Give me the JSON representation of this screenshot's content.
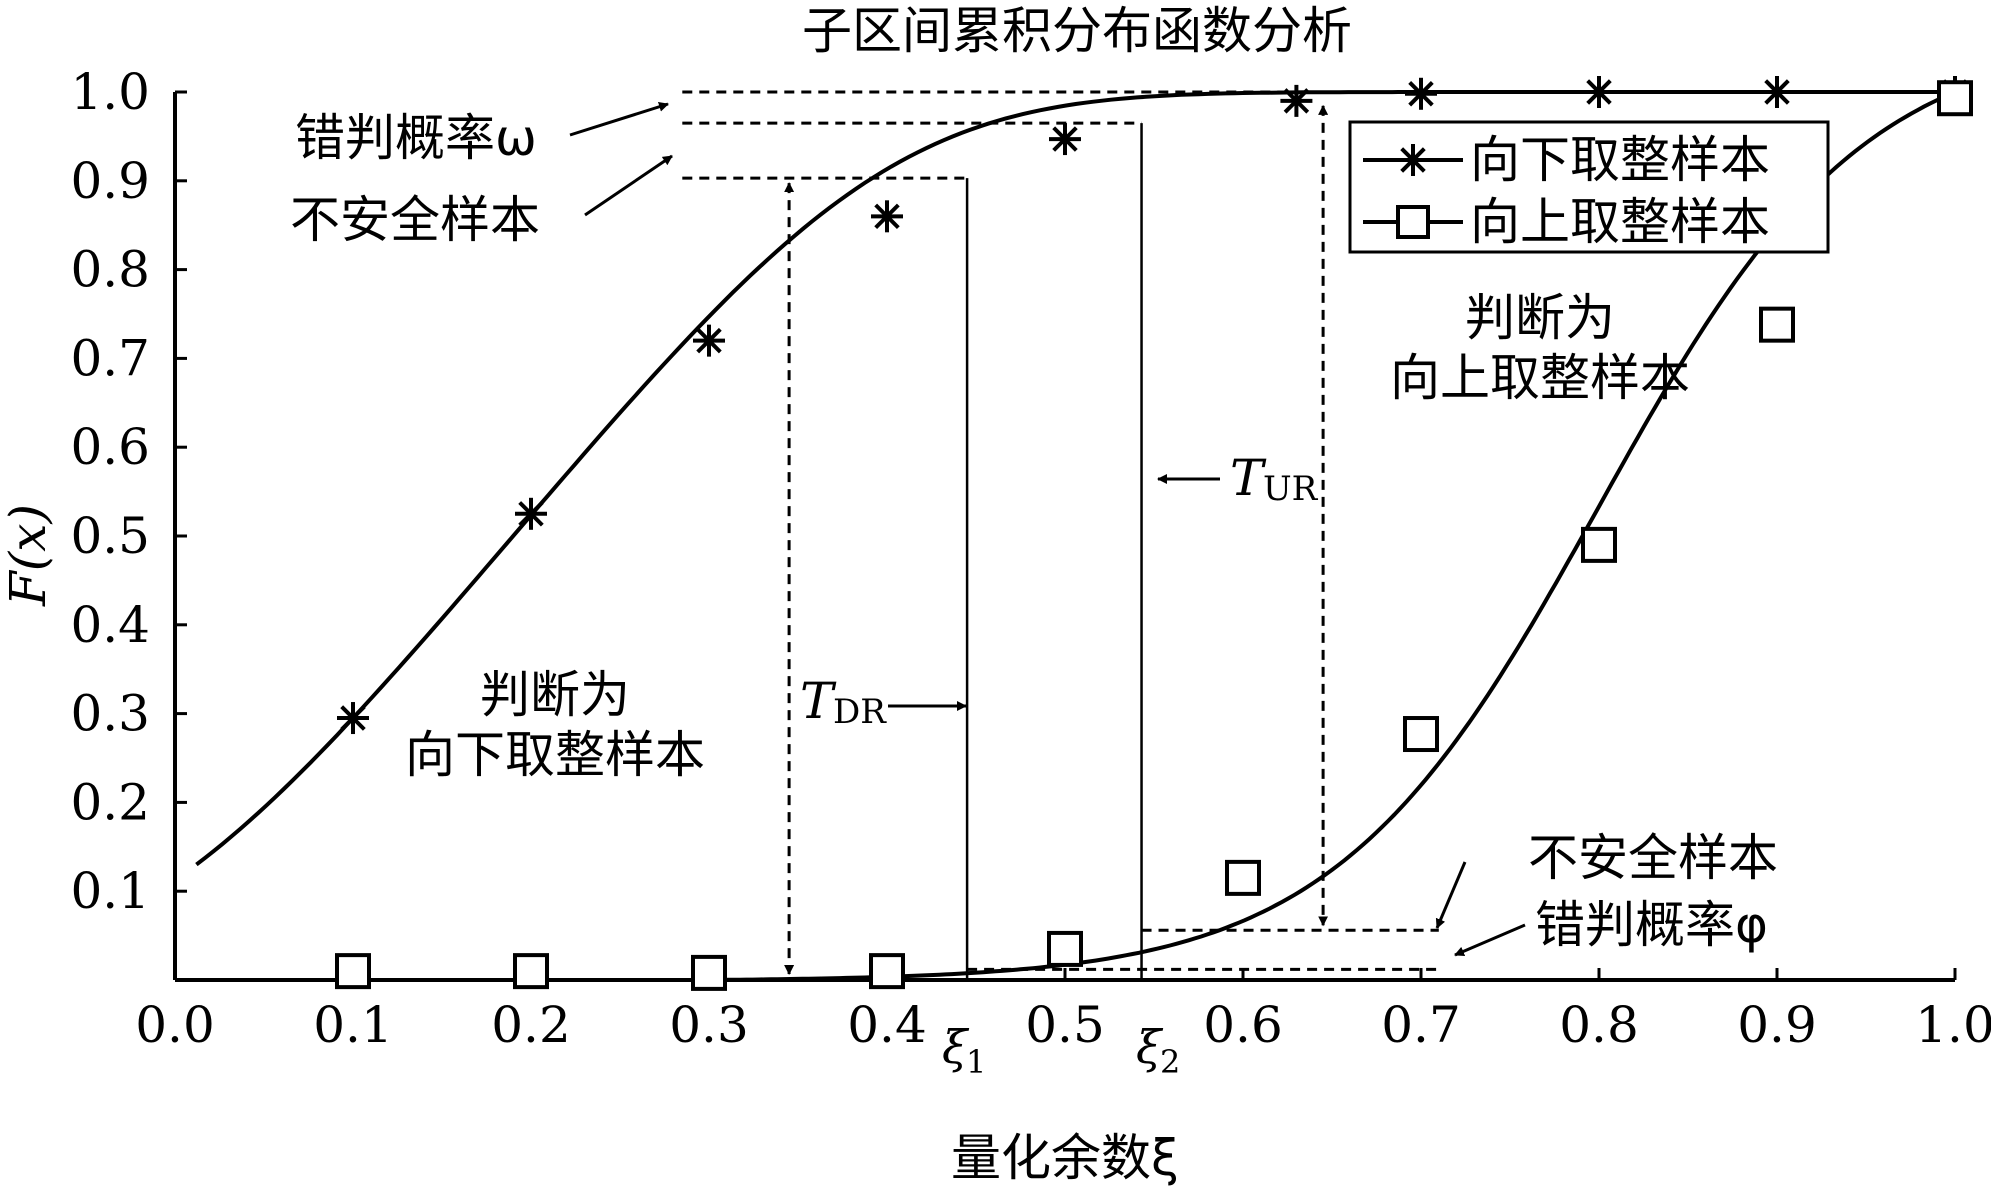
{
  "chart_data": {
    "type": "line",
    "title": "子区间累积分布函数分析",
    "xlabel": "量化余数ξ",
    "ylabel": "F(x)",
    "xlim": [
      0,
      1
    ],
    "ylim": [
      0,
      1
    ],
    "x_ticks": [
      "0.0",
      "0.1",
      "0.2",
      "0.3",
      "0.4",
      "0.5",
      "0.6",
      "0.7",
      "0.8",
      "0.9",
      "1.0"
    ],
    "y_ticks": [
      "0.1",
      "0.2",
      "0.3",
      "0.4",
      "0.5",
      "0.6",
      "0.7",
      "0.8",
      "0.9",
      "1.0"
    ],
    "legend_position": "top-right",
    "series": [
      {
        "name": "向下取整样本",
        "marker": "asterisk",
        "x": [
          0.1,
          0.2,
          0.3,
          0.4,
          0.5,
          0.63,
          0.7,
          0.8,
          0.9,
          1.0
        ],
        "y": [
          0.295,
          0.525,
          0.72,
          0.86,
          0.947,
          0.99,
          0.998,
          1.0,
          1.0,
          1.0
        ]
      },
      {
        "name": "向上取整样本",
        "marker": "square",
        "x": [
          0.1,
          0.2,
          0.3,
          0.4,
          0.5,
          0.6,
          0.7,
          0.8,
          0.9,
          1.0
        ],
        "y": [
          0.01,
          0.01,
          0.008,
          0.01,
          0.035,
          0.115,
          0.277,
          0.49,
          0.738,
          0.993
        ]
      }
    ],
    "thresholds": [
      {
        "label": "T",
        "subscript": "DR",
        "x": 0.445
      },
      {
        "label": "T",
        "subscript": "UR",
        "x": 0.543
      }
    ],
    "xi_markers": [
      {
        "label": "ξ",
        "subscript": "1",
        "x": 0.445
      },
      {
        "label": "ξ",
        "subscript": "2",
        "x": 0.543
      }
    ],
    "annotations": {
      "misjudge_omega": "错判概率ω",
      "unsafe_left": "不安全样本",
      "unsafe_right": "不安全样本",
      "misjudge_phi": "错判概率φ",
      "region_down_line1": "判断为",
      "region_down_line2": "向下取整样本",
      "region_up_line1": "判断为",
      "region_up_line2": "向上取整样本"
    }
  }
}
